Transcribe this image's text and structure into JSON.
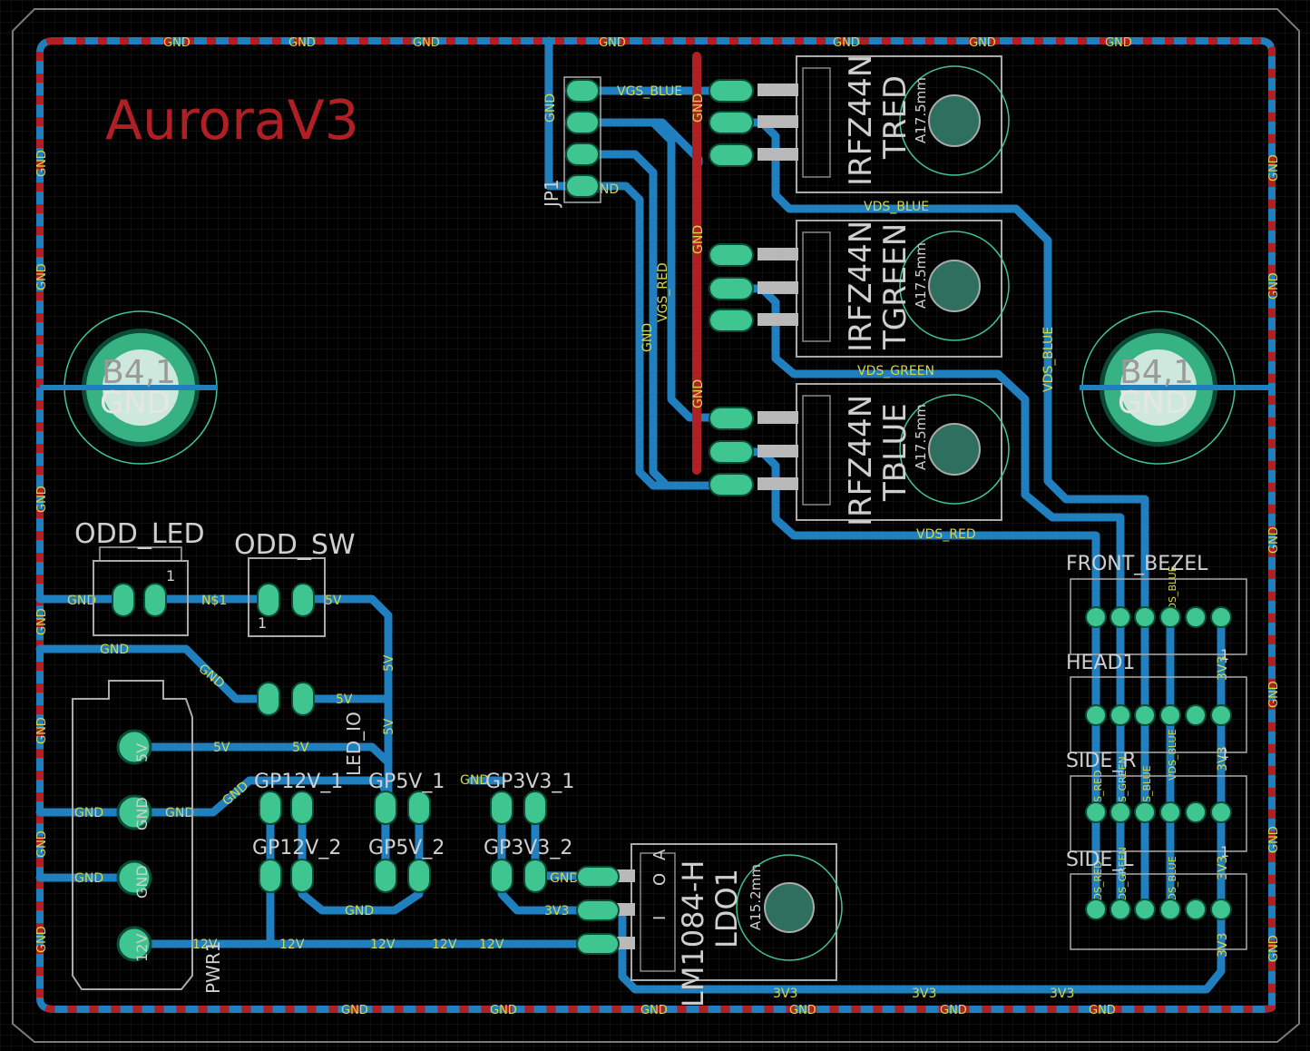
{
  "board_title": "AuroraV3",
  "colors": {
    "background": "#000000",
    "grid": "#1c1c1c",
    "outline": "#8a8a8a",
    "top_copper": "#b01f24",
    "bottom_copper": "#1f7fbf",
    "pad": "#3fc590",
    "silkscreen": "#c8c8c8",
    "net_label": "#d6d64a",
    "title": "#b01f24"
  },
  "components": {
    "jp1": {
      "name": "JP1"
    },
    "q_red": {
      "part": "IRFZ44N",
      "name": "TRED",
      "heatsink": "A17.5mm"
    },
    "q_green": {
      "part": "IRFZ44N",
      "name": "TGREEN",
      "heatsink": "A17.5mm"
    },
    "q_blue": {
      "part": "IRFZ44N",
      "name": "TBLUE",
      "heatsink": "A17.5mm"
    },
    "ldo": {
      "part": "LM1084-H",
      "name": "LDO1",
      "heatsink": "A15.2mm",
      "pins": [
        "I",
        "O",
        "A"
      ]
    },
    "odd_led": {
      "name": "ODD_LED",
      "pin1": "1"
    },
    "odd_sw": {
      "name": "ODD_SW",
      "pin1": "1"
    },
    "pwr": {
      "name": "PWR1",
      "pins": [
        "5V",
        "GND",
        "GND",
        "12V"
      ]
    },
    "gp12v_1": {
      "name": "GP12V_1"
    },
    "gp12v_2": {
      "name": "GP12V_2"
    },
    "gp5v_1": {
      "name": "GP5V_1"
    },
    "gp5v_2": {
      "name": "GP5V_2"
    },
    "gp3v3_1": {
      "name": "GP3V3_1"
    },
    "gp3v3_2": {
      "name": "GP3V3_2"
    },
    "led_io": {
      "name": "LED_IO"
    },
    "front_bezel": {
      "name": "FRONT_BEZEL"
    },
    "head": {
      "name": "HEAD1"
    },
    "side_r": {
      "name": "SIDE_R"
    },
    "side_l": {
      "name": "SIDE_L"
    },
    "hole_left": {
      "label": "B4,1",
      "net": "GND"
    },
    "hole_right": {
      "label": "B4,1",
      "net": "GND"
    }
  },
  "nets": {
    "gnd": "GND",
    "vgs_blue": "VGS_BLUE",
    "vgs_red": "VGS_RED",
    "vds_blue": "VDS_BLUE",
    "vds_green": "VDS_GREEN",
    "vds_red": "VDS_RED",
    "v5": "5V",
    "v12": "12V",
    "v3v3": "3V3",
    "ns1": "N$1",
    "pin1": "1"
  }
}
